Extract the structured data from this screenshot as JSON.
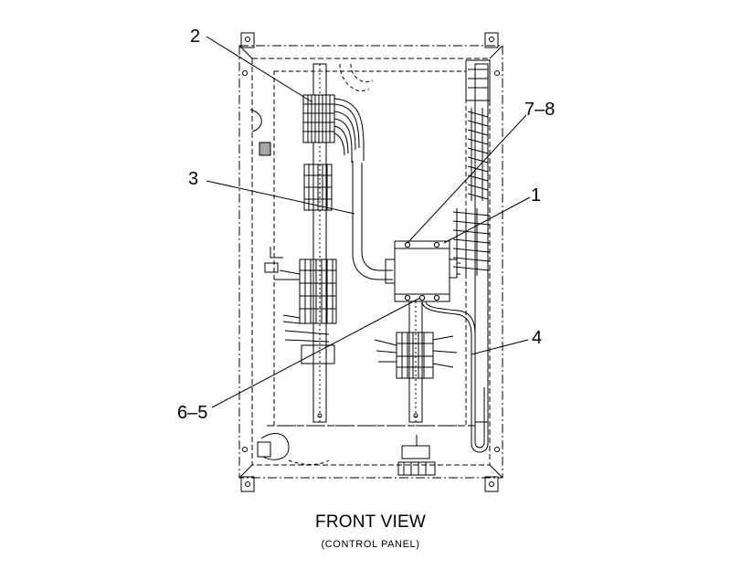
{
  "callouts": {
    "c2": "2",
    "c3": "3",
    "c78": "7–8",
    "c1": "1",
    "c4": "4",
    "c65": "6–5"
  },
  "caption": {
    "title": "FRONT VIEW",
    "subtitle": "(CONTROL PANEL)"
  }
}
